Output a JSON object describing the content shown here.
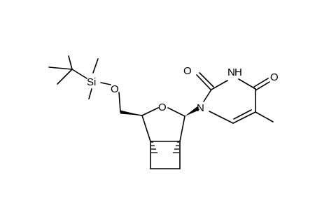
{
  "molecule": {
    "atoms": {
      "si": "Si",
      "o_ether": "O",
      "o_ring": "O",
      "n1": "N",
      "n3": "N",
      "h_n3": "H",
      "o_c2": "O",
      "o_c4": "O"
    },
    "colors": {
      "ink": "#000000",
      "background": "#ffffff"
    }
  }
}
